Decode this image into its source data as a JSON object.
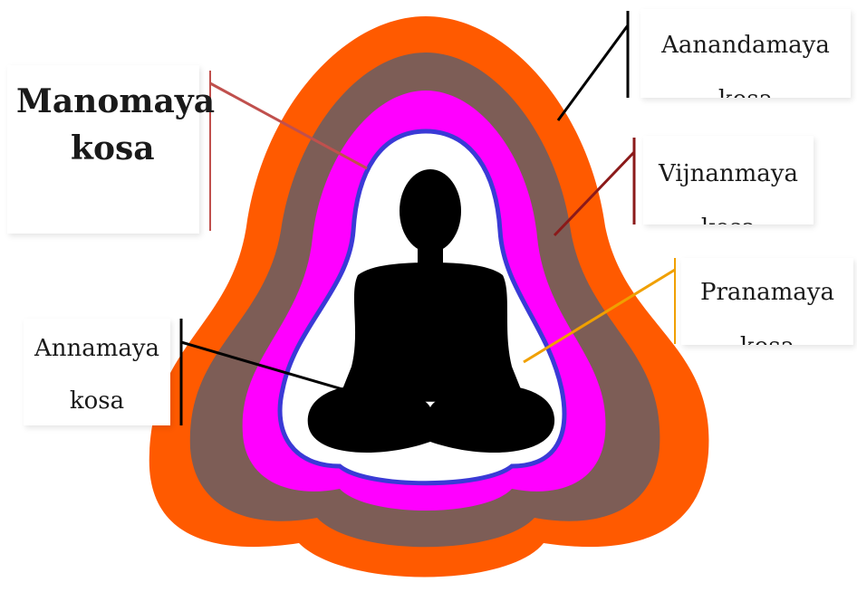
{
  "labels": {
    "manomaya": {
      "line1": "Manomaya",
      "line2": "kosa"
    },
    "aanandamaya": {
      "line1": "Aanandamaya",
      "line2": "kosa"
    },
    "vijnanmaya": {
      "line1": "Vijnanmaya",
      "line2": "kosa"
    },
    "pranamaya": {
      "line1": "Pranamaya",
      "line2": "kosa"
    },
    "annamaya": {
      "line1": "Annamaya",
      "line2": "kosa"
    }
  },
  "colors": {
    "aanandamaya_layer": "#ff5a00",
    "vijnanmaya_layer": "#7d5d56",
    "manomaya_layer": "#ff00ff",
    "pranamaya_edge": "#3a3ad6",
    "annamaya_field": "#ffffff",
    "body_silhouette": "#000000",
    "line_manomaya": "#c0504d",
    "line_aanandamaya": "#000000",
    "line_vijnanmaya": "#8b1a1a",
    "line_pranamaya": "#f0a000",
    "line_annamaya": "#000000"
  }
}
